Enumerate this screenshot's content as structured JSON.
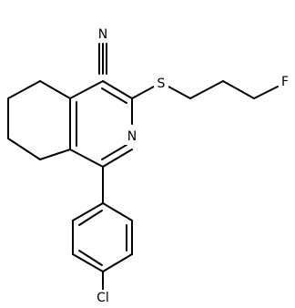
{
  "atoms": {
    "nitrile_n": "N",
    "ring_n": "N",
    "sulfur": "S",
    "fluorine": "F",
    "chlorine": "Cl"
  }
}
